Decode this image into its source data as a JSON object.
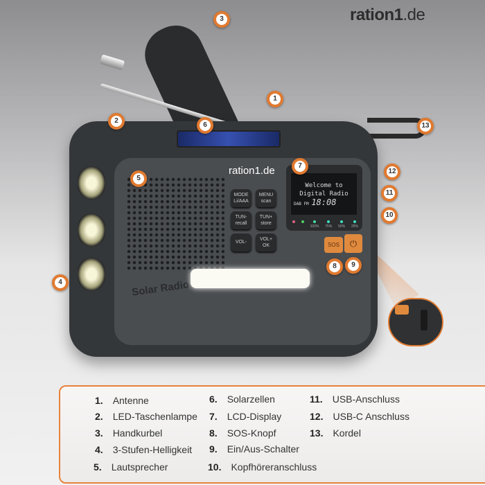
{
  "brand": {
    "name": "ration1",
    "tld": ".de"
  },
  "radio": {
    "label": "Solar Radio",
    "buttons": [
      "MODE Li/AAA",
      "MENU scan",
      "TUN- recall",
      "TUN+ store",
      "VOL-",
      "VOL+ OK"
    ],
    "display": {
      "line1": "Welcome to",
      "line2": "Digital Radio",
      "status": "DAB FM",
      "time": "18:08"
    },
    "leds": [
      "",
      "",
      "100%",
      "75%",
      "50%",
      "25%"
    ],
    "sos_label": "SOS",
    "power_icon": "power-icon"
  },
  "markers": [
    "1",
    "2",
    "3",
    "4",
    "5",
    "6",
    "7",
    "8",
    "9",
    "10",
    "11",
    "12",
    "13"
  ],
  "legend": [
    {
      "num": "1.",
      "label": "Antenne"
    },
    {
      "num": "2.",
      "label": "LED-Taschenlampe"
    },
    {
      "num": "3.",
      "label": "Handkurbel"
    },
    {
      "num": "4.",
      "label": "3-Stufen-Helligkeit"
    },
    {
      "num": "5.",
      "label": "Lautsprecher"
    },
    {
      "num": "6.",
      "label": "Solarzellen"
    },
    {
      "num": "7.",
      "label": "LCD-Display"
    },
    {
      "num": "8.",
      "label": "SOS-Knopf"
    },
    {
      "num": "9.",
      "label": "Ein/Aus-Schalter"
    },
    {
      "num": "10.",
      "label": "Kopfhöreranschluss"
    },
    {
      "num": "11.",
      "label": "USB-Anschluss"
    },
    {
      "num": "12.",
      "label": "USB-C Anschluss"
    },
    {
      "num": "13.",
      "label": "Kordel"
    }
  ],
  "colors": {
    "accent": "#e8823a",
    "body": "#34373a",
    "solar": "#3650b0"
  }
}
